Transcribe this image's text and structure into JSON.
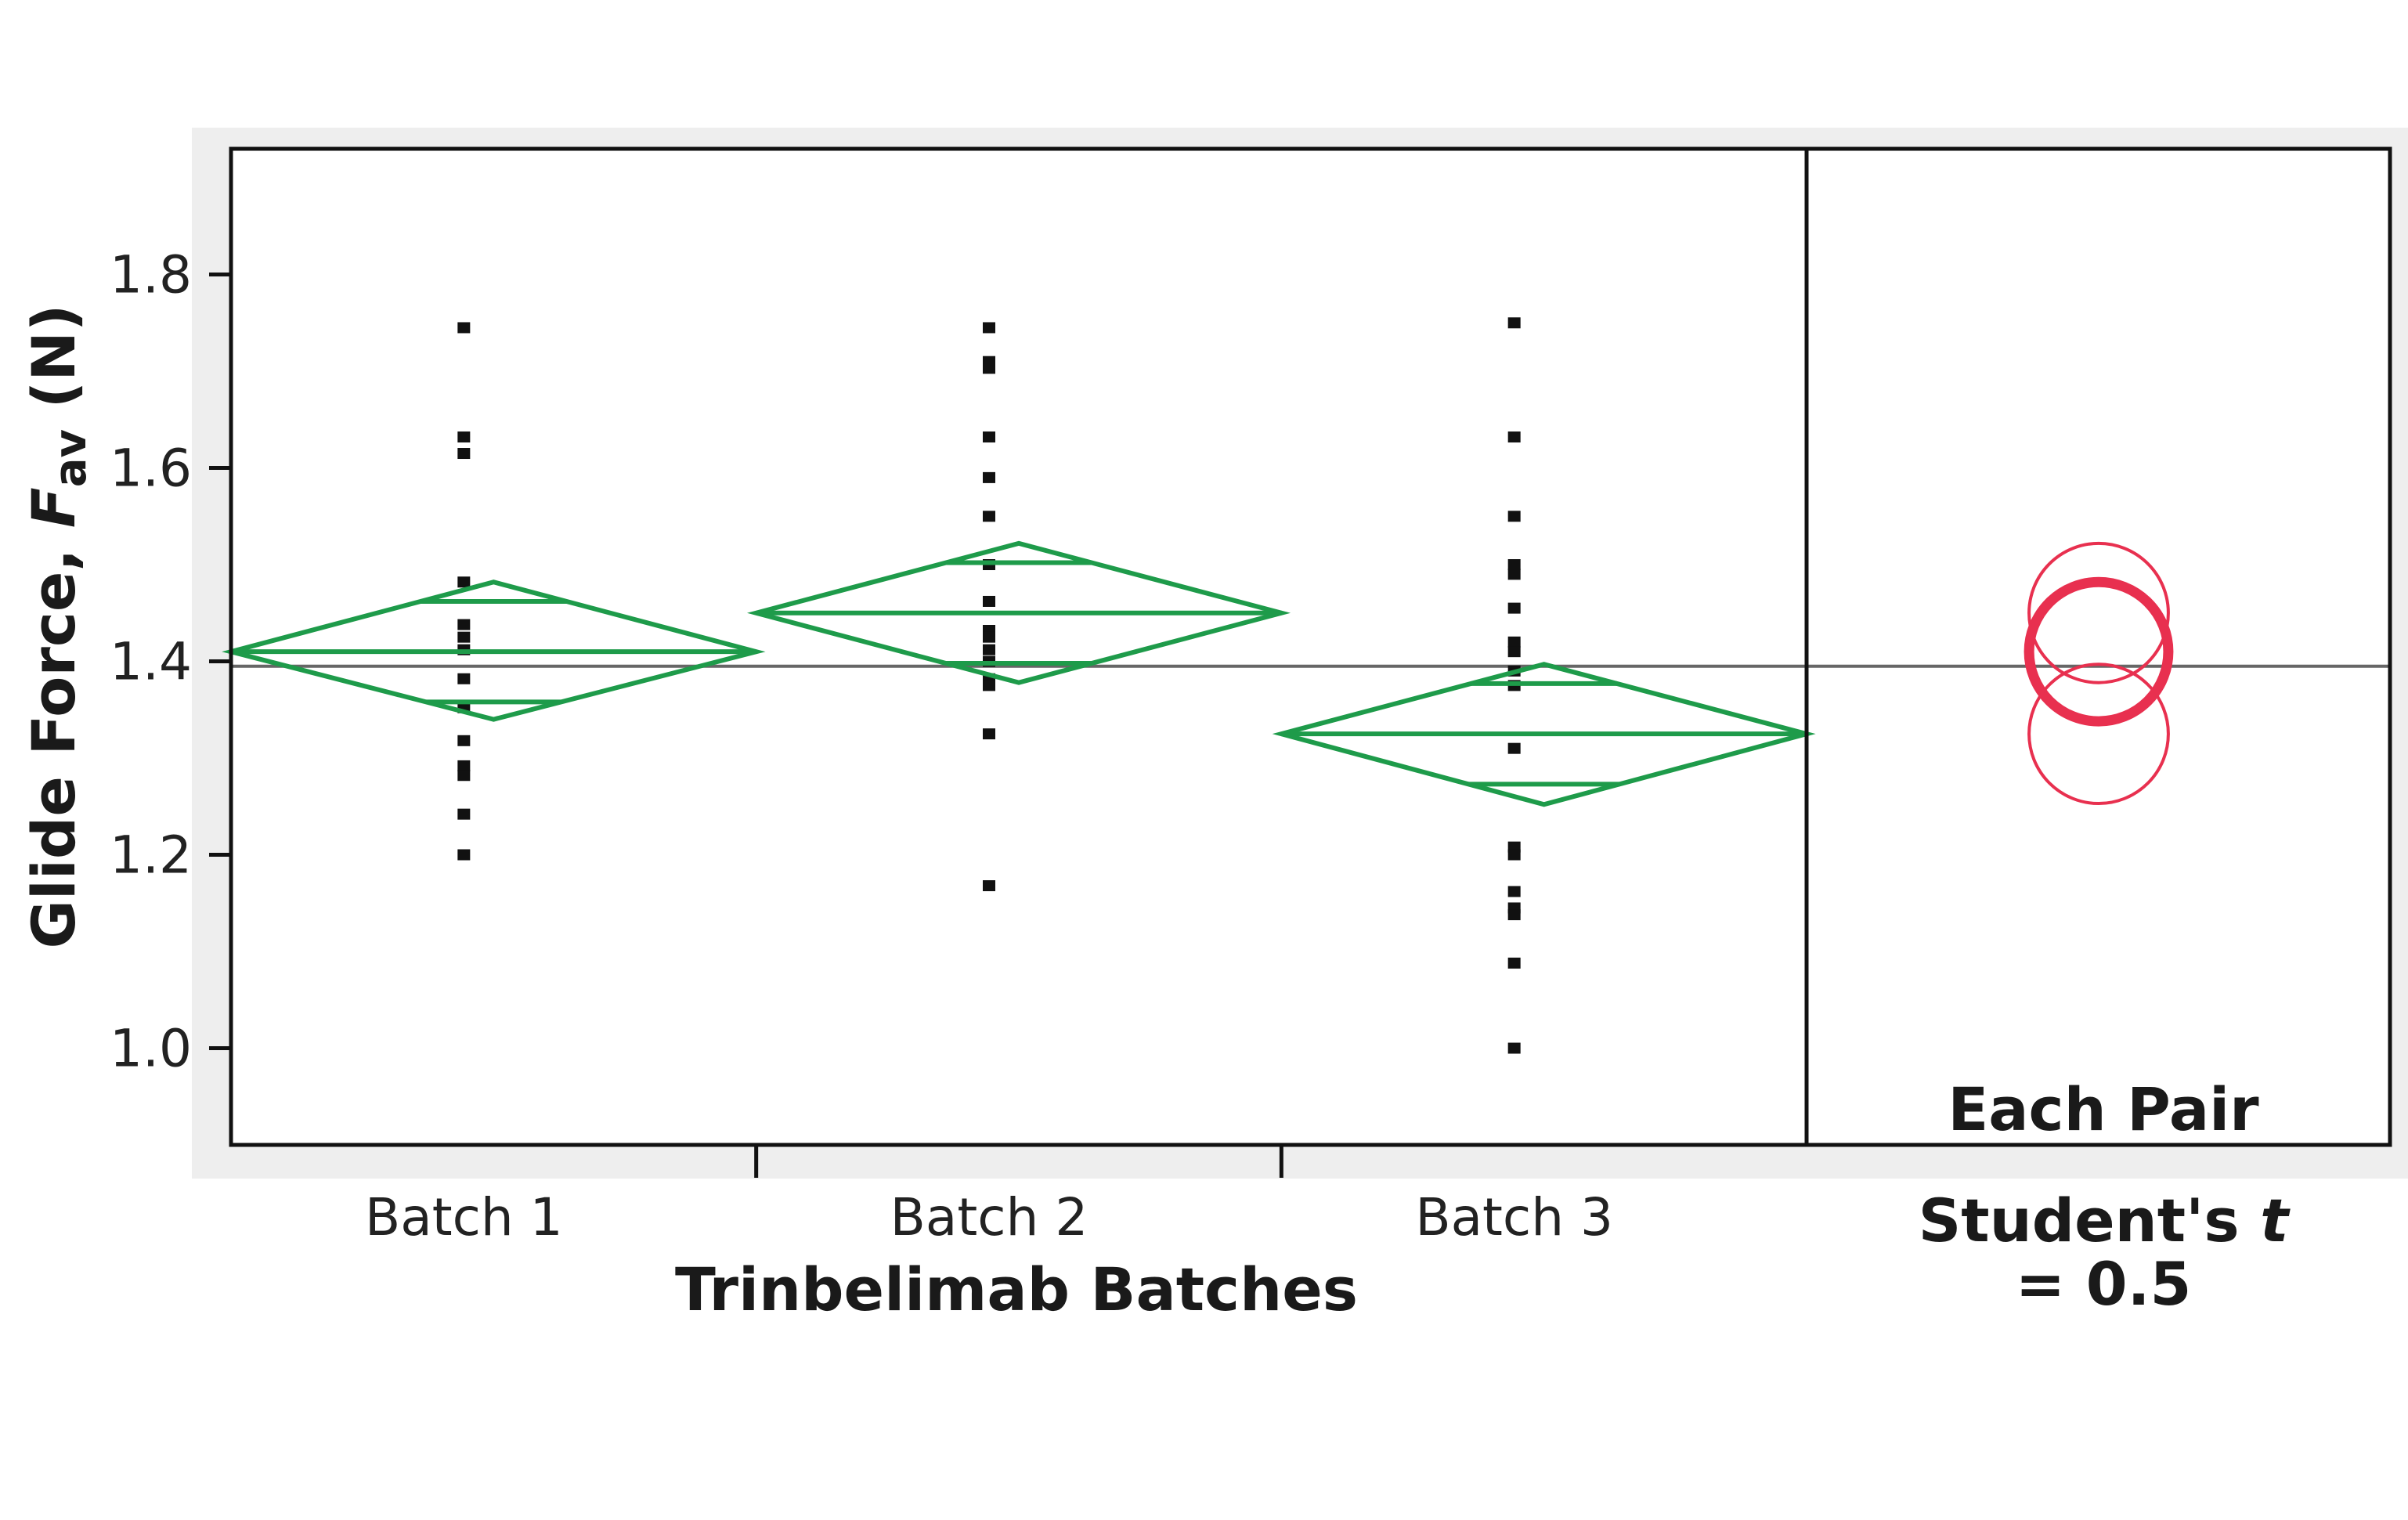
{
  "chart_data": {
    "type": "scatter",
    "subtype": "oneway-means-diamonds-with-comparison-circles",
    "title": "",
    "ylabel": {
      "main": "Glide Force, ",
      "symbol": "F",
      "subscript": "av",
      "unit": " (N)"
    },
    "xlabel": "Trinbelimab Batches",
    "ylim": [
      0.9,
      1.93
    ],
    "yticks": [
      1.0,
      1.2,
      1.4,
      1.6,
      1.8
    ],
    "ytick_labels": [
      "1.0",
      "1.2",
      "1.4",
      "1.6",
      "1.8"
    ],
    "grand_mean": 1.395,
    "categories": [
      "Batch 1",
      "Batch 2",
      "Batch 3"
    ],
    "groups": [
      {
        "name": "Batch 1",
        "mean": 1.41,
        "ci_low": 1.34,
        "ci_high": 1.482,
        "overlap_low": 1.358,
        "overlap_high": 1.462,
        "points": [
          1.745,
          1.632,
          1.615,
          1.482,
          1.438,
          1.425,
          1.412,
          1.382,
          1.352,
          1.318,
          1.292,
          1.282,
          1.242,
          1.2
        ]
      },
      {
        "name": "Batch 2",
        "mean": 1.45,
        "ci_low": 1.378,
        "ci_high": 1.522,
        "overlap_low": 1.398,
        "overlap_high": 1.502,
        "points": [
          1.745,
          1.71,
          1.703,
          1.632,
          1.59,
          1.55,
          1.5,
          1.462,
          1.432,
          1.425,
          1.412,
          1.4,
          1.382,
          1.375,
          1.325,
          1.168
        ]
      },
      {
        "name": "Batch 3",
        "mean": 1.325,
        "ci_low": 1.252,
        "ci_high": 1.397,
        "overlap_low": 1.273,
        "overlap_high": 1.377,
        "points": [
          1.75,
          1.632,
          1.55,
          1.5,
          1.49,
          1.455,
          1.42,
          1.41,
          1.39,
          1.375,
          1.31,
          1.208,
          1.2,
          1.162,
          1.145,
          1.138,
          1.088,
          1.0
        ]
      }
    ],
    "comparison_circles": [
      {
        "group": "Batch 1",
        "center": 1.41,
        "radius": 0.072,
        "highlight": true
      },
      {
        "group": "Batch 2",
        "center": 1.45,
        "radius": 0.072,
        "highlight": false
      },
      {
        "group": "Batch 3",
        "center": 1.325,
        "radius": 0.072,
        "highlight": false
      }
    ],
    "comparison_panel": {
      "title": "Each Pair",
      "method": "Student's",
      "method_symbol": "t",
      "alpha_label": "= 0.5"
    },
    "grid": false,
    "legend": "none",
    "colors": {
      "diamond": "#1e9b4a",
      "circle": "#e8304f",
      "points": "#111111",
      "grand_mean_line": "#666666",
      "frame_background": "#eeeeee"
    }
  }
}
